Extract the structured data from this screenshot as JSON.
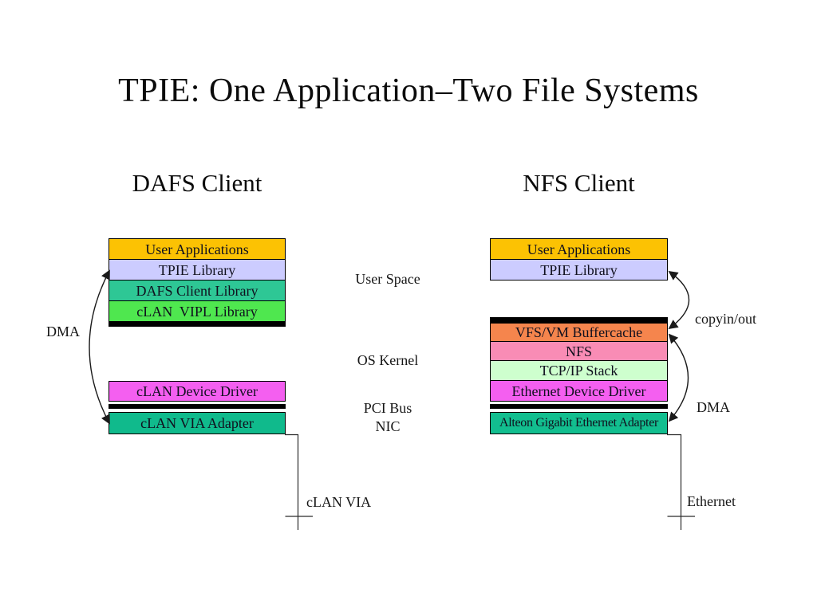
{
  "title": "TPIE: One Application–Two File Systems",
  "left_panel": {
    "header": "DAFS Client",
    "user_stack": [
      {
        "label": "User Applications",
        "fill": "#FCC203"
      },
      {
        "label": "TPIE Library",
        "fill": "#CCCCFF"
      },
      {
        "label": "DAFS Client Library",
        "fill": "#2EC795"
      },
      {
        "label": "cLAN  VIPL Library",
        "fill": "#4FE74F"
      }
    ],
    "driver_box": {
      "label": "cLAN Device Driver",
      "fill": "#F45FF0"
    },
    "adapter_box": {
      "label": "cLAN VIA Adapter",
      "fill": "#10BA8C"
    },
    "dma_label": "DMA",
    "wire_label": "cLAN VIA"
  },
  "middle_labels": {
    "user_space": "User Space",
    "os_kernel": "OS Kernel",
    "pci_bus": "PCI Bus",
    "nic": "NIC"
  },
  "right_panel": {
    "header": "NFS Client",
    "user_stack": [
      {
        "label": "User Applications",
        "fill": "#FCC203"
      },
      {
        "label": "TPIE Library",
        "fill": "#CCCCFF"
      }
    ],
    "kernel_stack": [
      {
        "label": "VFS/VM Buffercache",
        "fill": "#F5854D"
      },
      {
        "label": "NFS",
        "fill": "#F98CB5"
      },
      {
        "label": "TCP/IP Stack",
        "fill": "#CEFFCE"
      },
      {
        "label": "Ethernet Device Driver",
        "fill": "#F45FF0"
      }
    ],
    "adapter_box": {
      "label": "Alteon Gigabit Ethernet Adapter",
      "fill": "#12BE8F"
    },
    "copy_label": "copyin/out",
    "dma_label": "DMA",
    "wire_label": "Ethernet"
  },
  "colors": {
    "bus_bar": "#000000",
    "line": "#1a1a1a"
  }
}
